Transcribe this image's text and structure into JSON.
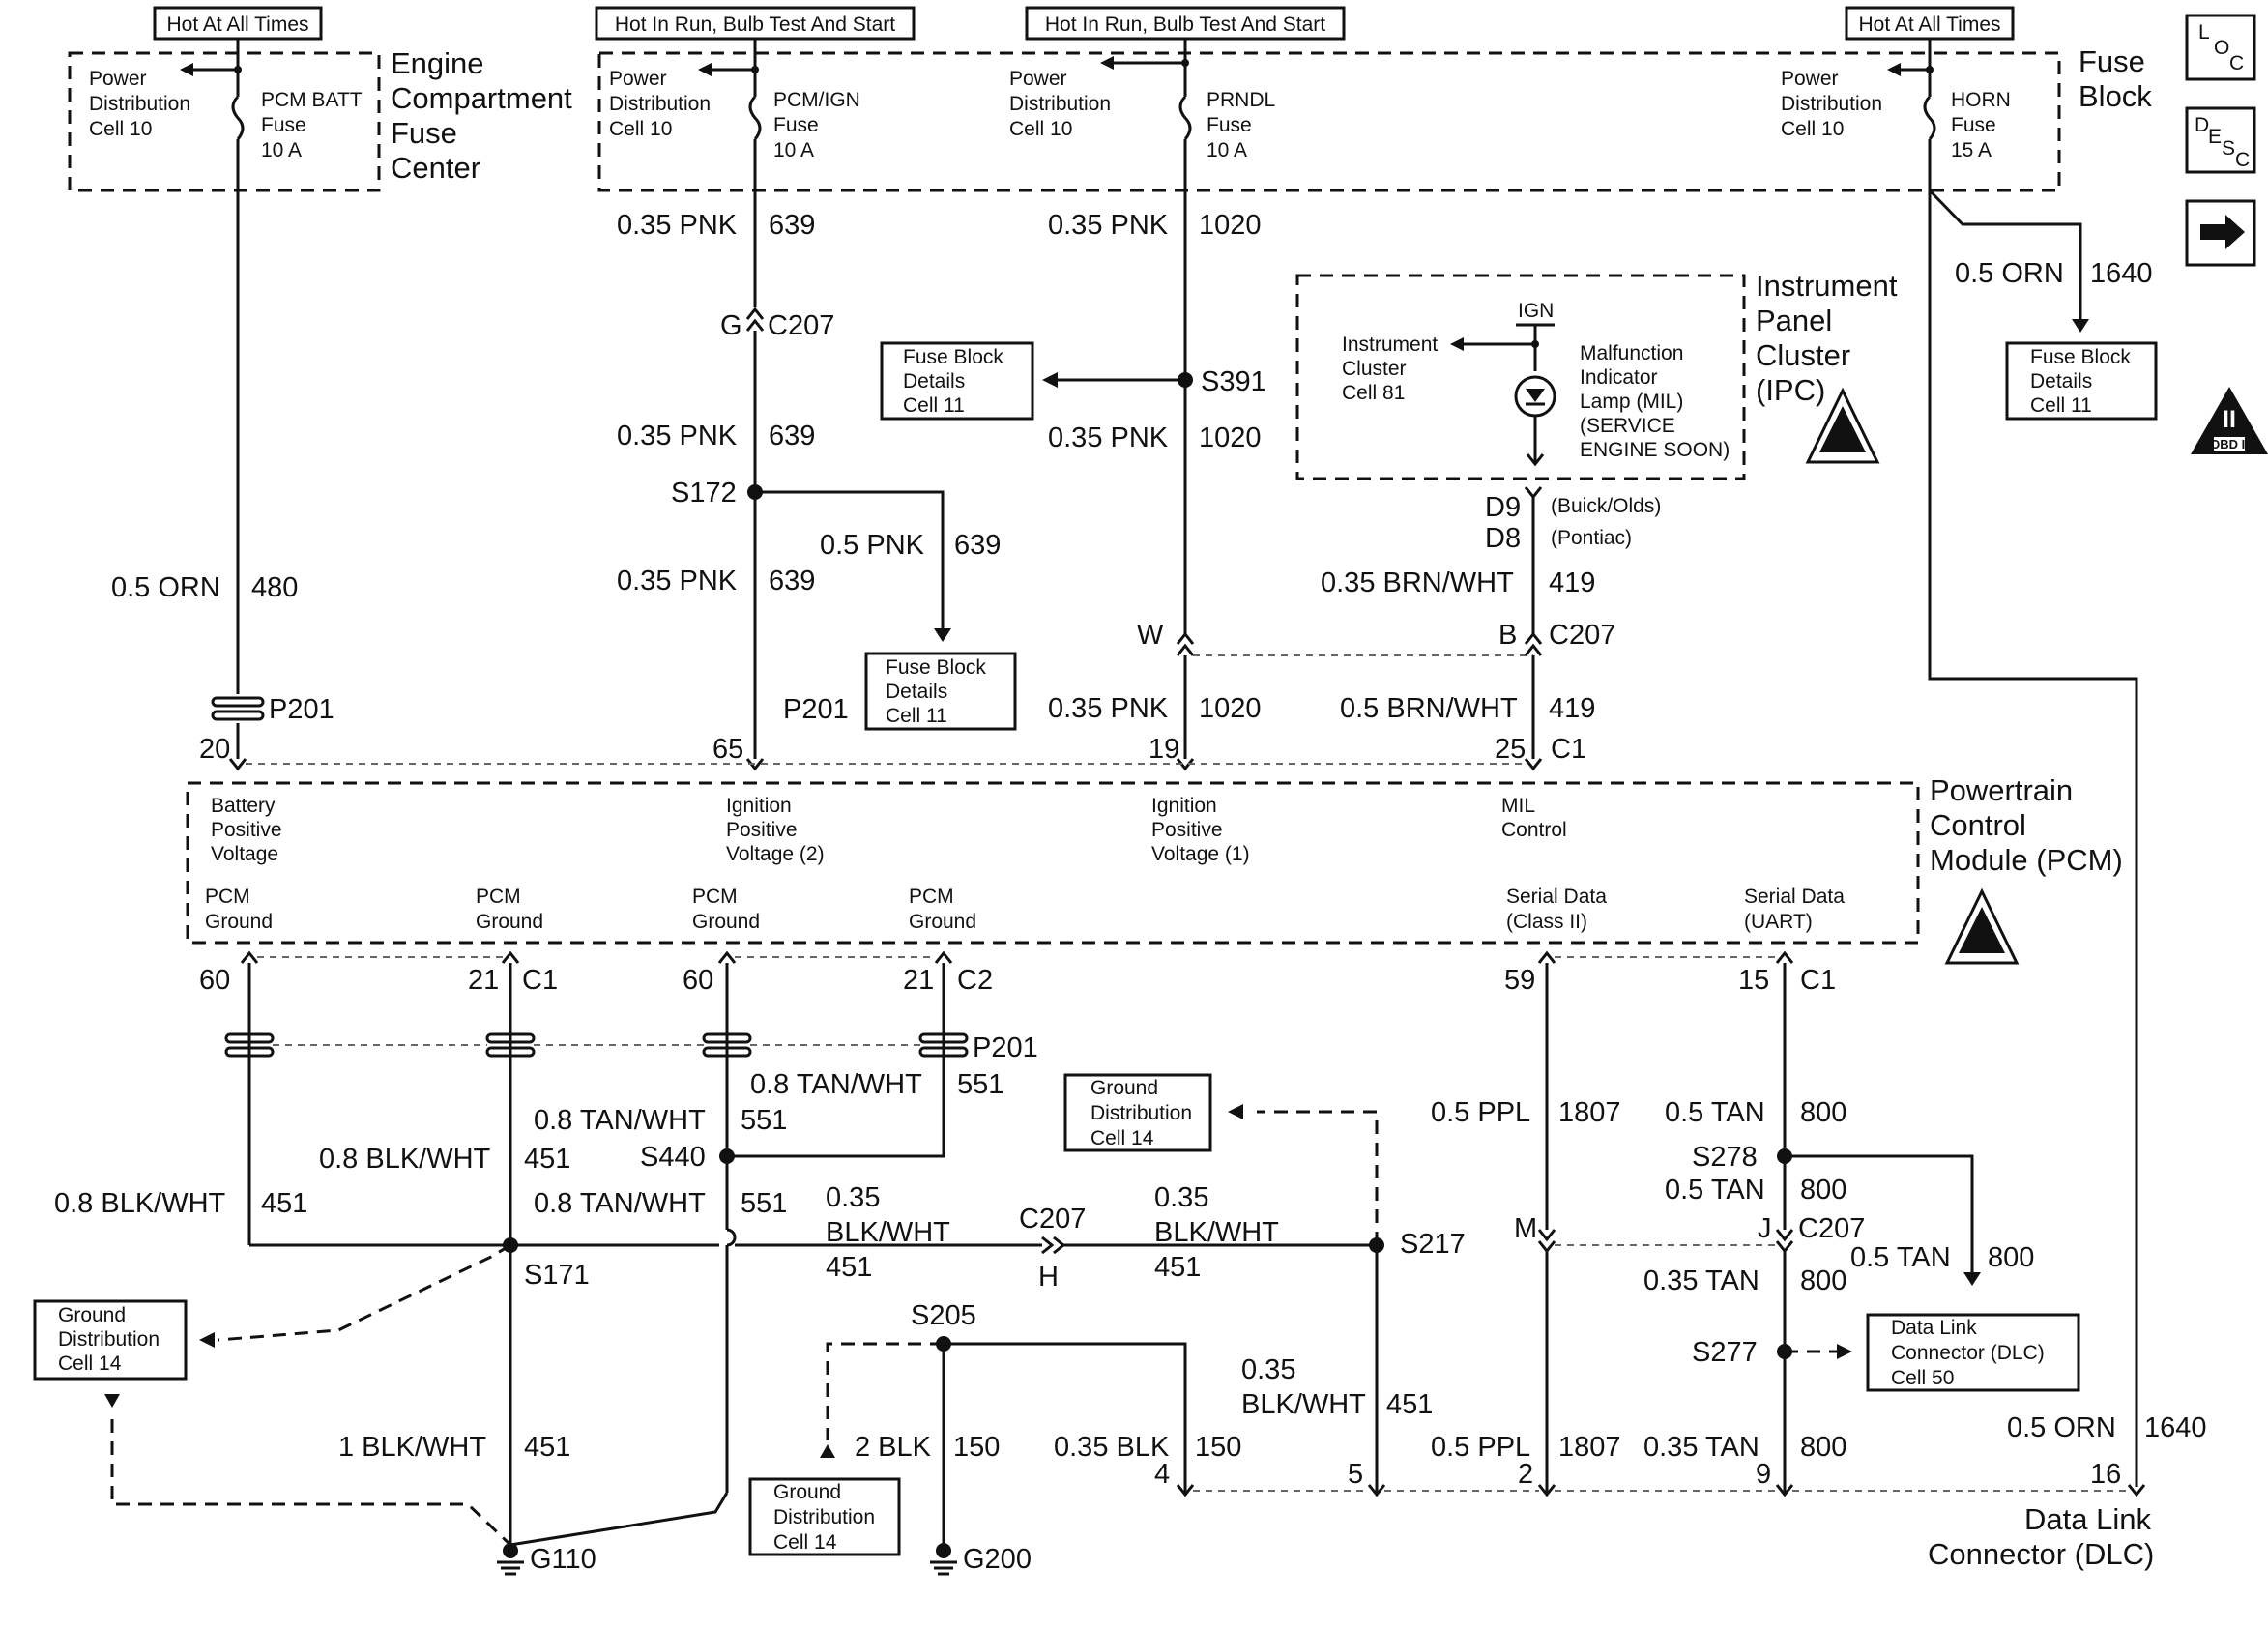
{
  "hot_labels": {
    "batt": "Hot At All Times",
    "run1": "Hot In Run, Bulb Test And Start",
    "run2": "Hot In Run, Bulb Test And Start",
    "horn": "Hot At All Times"
  },
  "power_dist": [
    "Power",
    "Distribution",
    "Cell 10"
  ],
  "fuses": {
    "pcm_batt": [
      "PCM BATT",
      "Fuse",
      "10 A"
    ],
    "pcm_ign": [
      "PCM/IGN",
      "Fuse",
      "10 A"
    ],
    "prndl": [
      "PRNDL",
      "Fuse",
      "10 A"
    ],
    "horn": [
      "HORN",
      "Fuse",
      "15 A"
    ]
  },
  "blocks": {
    "ecfc": [
      "Engine",
      "Compartment",
      "Fuse",
      "Center"
    ],
    "fuse_block": [
      "Fuse",
      "Block"
    ],
    "ipc": [
      "Instrument",
      "Panel",
      "Cluster",
      "(IPC)"
    ],
    "pcm": [
      "Powertrain",
      "Control",
      "Module (PCM)"
    ],
    "dlc": [
      "Data Link",
      "Connector (DLC)"
    ]
  },
  "ipc_internal": {
    "ign": "IGN",
    "cluster_ref": [
      "Instrument",
      "Cluster",
      "Cell 81"
    ],
    "lamp": [
      "Malfunction",
      "Indicator",
      "Lamp (MIL)",
      "(SERVICE",
      "ENGINE SOON)"
    ]
  },
  "pcm_pins": {
    "batt_pos": [
      "Battery",
      "Positive",
      "Voltage"
    ],
    "ign2": [
      "Ignition",
      "Positive",
      "Voltage (2)"
    ],
    "ign1": [
      "Ignition",
      "Positive",
      "Voltage (1)"
    ],
    "mil": [
      "MIL",
      "Control"
    ],
    "gnd": [
      "PCM",
      "Ground"
    ],
    "serial2": [
      "Serial Data",
      "(Class II)"
    ],
    "uart": [
      "Serial Data",
      "(UART)"
    ]
  },
  "wires": {
    "w480": [
      "0.5 ORN",
      "480"
    ],
    "w639a": [
      "0.35 PNK",
      "639"
    ],
    "w639b": [
      "0.35 PNK",
      "639"
    ],
    "w639c": [
      "0.35 PNK",
      "639"
    ],
    "w639d": [
      "0.5 PNK",
      "639"
    ],
    "w1020a": [
      "0.35 PNK",
      "1020"
    ],
    "w1020b": [
      "0.35 PNK",
      "1020"
    ],
    "w1020c": [
      "0.35 PNK",
      "1020"
    ],
    "w419a": [
      "0.35 BRN/WHT",
      "419"
    ],
    "w419b": [
      "0.5 BRN/WHT",
      "419"
    ],
    "w1640a": [
      "0.5 ORN",
      "1640"
    ],
    "w1640b": [
      "0.5 ORN",
      "1640"
    ],
    "w451a": [
      "0.8 BLK/WHT",
      "451"
    ],
    "w451b": [
      "0.8 BLK/WHT",
      "451"
    ],
    "w451c": [
      "1 BLK/WHT",
      "451"
    ],
    "w451h1": [
      "0.35",
      "BLK/WHT",
      "451"
    ],
    "w451h2": [
      "0.35",
      "BLK/WHT",
      "451"
    ],
    "w451v": [
      "0.35",
      "BLK/WHT",
      "451"
    ],
    "w551a": [
      "0.8 TAN/WHT",
      "551"
    ],
    "w551b": [
      "0.8 TAN/WHT",
      "551"
    ],
    "w551c": [
      "0.8 TAN/WHT",
      "551"
    ],
    "w150a": [
      "2 BLK",
      "150"
    ],
    "w150b": [
      "0.35 BLK",
      "150"
    ],
    "w1807a": [
      "0.5 PPL",
      "1807"
    ],
    "w1807b": [
      "0.5 PPL",
      "1807"
    ],
    "w800a": [
      "0.5 TAN",
      "800"
    ],
    "w800b": [
      "0.5 TAN",
      "800"
    ],
    "w800c": [
      "0.5 TAN",
      "800"
    ],
    "w800d": [
      "0.35 TAN",
      "800"
    ],
    "w800e": [
      "0.35 TAN",
      "800"
    ]
  },
  "connectors": {
    "c207": "C207",
    "c207_g": "G",
    "c207_w": "W",
    "c207_b": "B",
    "c207_h": "H",
    "c207_m": "M",
    "c207_j": "J",
    "p201": "P201",
    "c1": "C1",
    "c2": "C2",
    "d9": "D9",
    "d8": "D8",
    "buick": "(Buick/Olds)",
    "pontiac": "(Pontiac)"
  },
  "splices": {
    "s391": "S391",
    "s172": "S172",
    "s440": "S440",
    "s171": "S171",
    "s217": "S217",
    "s205": "S205",
    "s278": "S278",
    "s277": "S277"
  },
  "grounds": {
    "g110": "G110",
    "g200": "G200"
  },
  "pins": {
    "p20": "20",
    "p65": "65",
    "p19": "19",
    "p25": "25",
    "p60a": "60",
    "p21a": "21",
    "p60b": "60",
    "p21b": "21",
    "p59": "59",
    "p15": "15",
    "p4": "4",
    "p5": "5",
    "p2": "2",
    "p9": "9",
    "p16": "16"
  },
  "refs": {
    "fb11a": [
      "Fuse Block",
      "Details",
      "Cell 11"
    ],
    "fb11b": [
      "Fuse Block",
      "Details",
      "Cell 11"
    ],
    "fb11c": [
      "Fuse Block",
      "Details",
      "Cell 11"
    ],
    "gd14a": [
      "Ground",
      "Distribution",
      "Cell 14"
    ],
    "gd14b": [
      "Ground",
      "Distribution",
      "Cell 14"
    ],
    "gd14c": [
      "Ground",
      "Distribution",
      "Cell 14"
    ],
    "dlc50": [
      "Data Link",
      "Connector (DLC)",
      "Cell 50"
    ]
  },
  "side_icons": {
    "loc": [
      "L",
      "O",
      "C"
    ],
    "desc": [
      "D",
      "E",
      "S",
      "C"
    ],
    "next": "right-arrow-icon",
    "obd": [
      "II",
      "OBD II"
    ]
  }
}
